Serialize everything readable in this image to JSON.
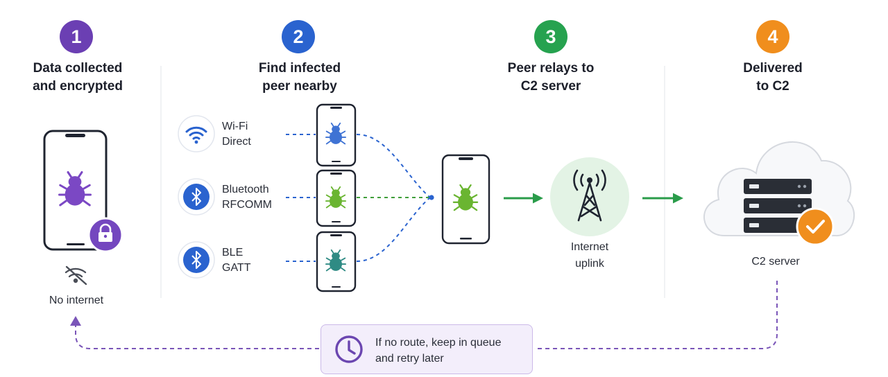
{
  "colors": {
    "step1": "#6b3fb3",
    "step2": "#2a63cf",
    "step3": "#26a24f",
    "step4": "#f08e1d",
    "bug_purple": "#7b48c4",
    "bug_blue": "#3f73d4",
    "bug_green": "#6ab531",
    "bug_teal": "#2f8b84",
    "arrow_green": "#2a9c4a",
    "queue_purple": "#7a55b8"
  },
  "steps": [
    {
      "number": "1",
      "title_line1": "Data collected",
      "title_line2": "and encrypted"
    },
    {
      "number": "2",
      "title_line1": "Find infected",
      "title_line2": "peer nearby"
    },
    {
      "number": "3",
      "title_line1": "Peer relays to",
      "title_line2": "C2 server"
    },
    {
      "number": "4",
      "title_line1": "Delivered",
      "title_line2": "to C2"
    }
  ],
  "source_device": {
    "icons": [
      "phone-icon",
      "bug-icon",
      "lock-icon",
      "wifi-off-icon"
    ],
    "status": "No internet"
  },
  "channels": [
    {
      "icon": "wifi-icon",
      "line1": "Wi-Fi",
      "line2": "Direct"
    },
    {
      "icon": "bluetooth-icon",
      "line1": "Bluetooth",
      "line2": "RFCOMM"
    },
    {
      "icon": "bluetooth-icon",
      "line1": "BLE",
      "line2": "GATT"
    }
  ],
  "uplink": {
    "icon": "cell-tower-icon",
    "line1": "Internet",
    "line2": "uplink"
  },
  "server": {
    "icons": [
      "cloud-icon",
      "server-rack-icon",
      "checkmark-icon"
    ],
    "label": "C2 server"
  },
  "retry": {
    "icon": "clock-icon",
    "line1": "If no route, keep in queue",
    "line2": "and retry later"
  }
}
